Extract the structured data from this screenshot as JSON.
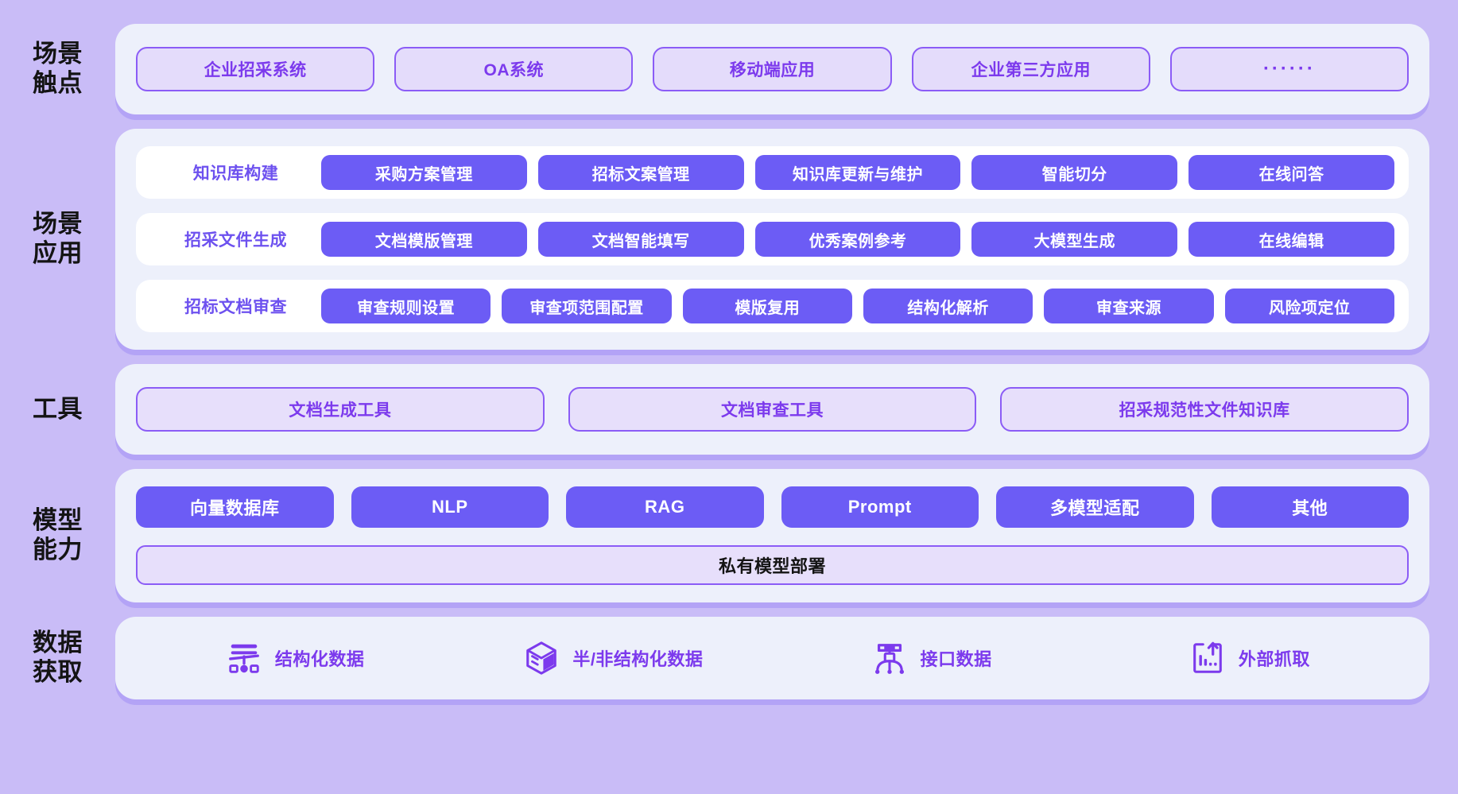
{
  "theme": {
    "page_bg": "#c9bcf7",
    "panel_bg": "#edf0fb",
    "accent_purple": "#6c5cf5",
    "outline_purple": "#8b5cf6",
    "text_purple": "#7c3aed",
    "chip_text": "#ffffff",
    "row_bg": "#ffffff",
    "label_text": "#141414"
  },
  "sections": {
    "touchpoints": {
      "label": "场景\n触点",
      "items": [
        {
          "text": "企业招采系统"
        },
        {
          "text": "OA系统"
        },
        {
          "text": "移动端应用"
        },
        {
          "text": "企业第三方应用"
        },
        {
          "text": "······"
        }
      ]
    },
    "applications": {
      "label": "场景\n应用",
      "rows": [
        {
          "title": "知识库构建",
          "chips": [
            "采购方案管理",
            "招标文案管理",
            "知识库更新与维护",
            "智能切分",
            "在线问答"
          ]
        },
        {
          "title": "招采文件生成",
          "chips": [
            "文档模版管理",
            "文档智能填写",
            "优秀案例参考",
            "大模型生成",
            "在线编辑"
          ]
        },
        {
          "title": "招标文档审查",
          "chips": [
            "审查规则设置",
            "审查项范围配置",
            "模版复用",
            "结构化解析",
            "审查来源",
            "风险项定位"
          ]
        }
      ]
    },
    "tools": {
      "label": "工具",
      "items": [
        "文档生成工具",
        "文档审查工具",
        "招采规范性文件知识库"
      ]
    },
    "model": {
      "label": "模型\n能力",
      "capabilities": [
        "向量数据库",
        "NLP",
        "RAG",
        "Prompt",
        "多模型适配",
        "其他"
      ],
      "deployment": "私有模型部署"
    },
    "data": {
      "label": "数据\n获取",
      "items": [
        {
          "icon": "structured-data-icon",
          "label": "结构化数据"
        },
        {
          "icon": "cube-icon",
          "label": "半/非结构化数据"
        },
        {
          "icon": "api-node-icon",
          "label": "接口数据"
        },
        {
          "icon": "chart-upload-icon",
          "label": "外部抓取"
        }
      ]
    }
  }
}
